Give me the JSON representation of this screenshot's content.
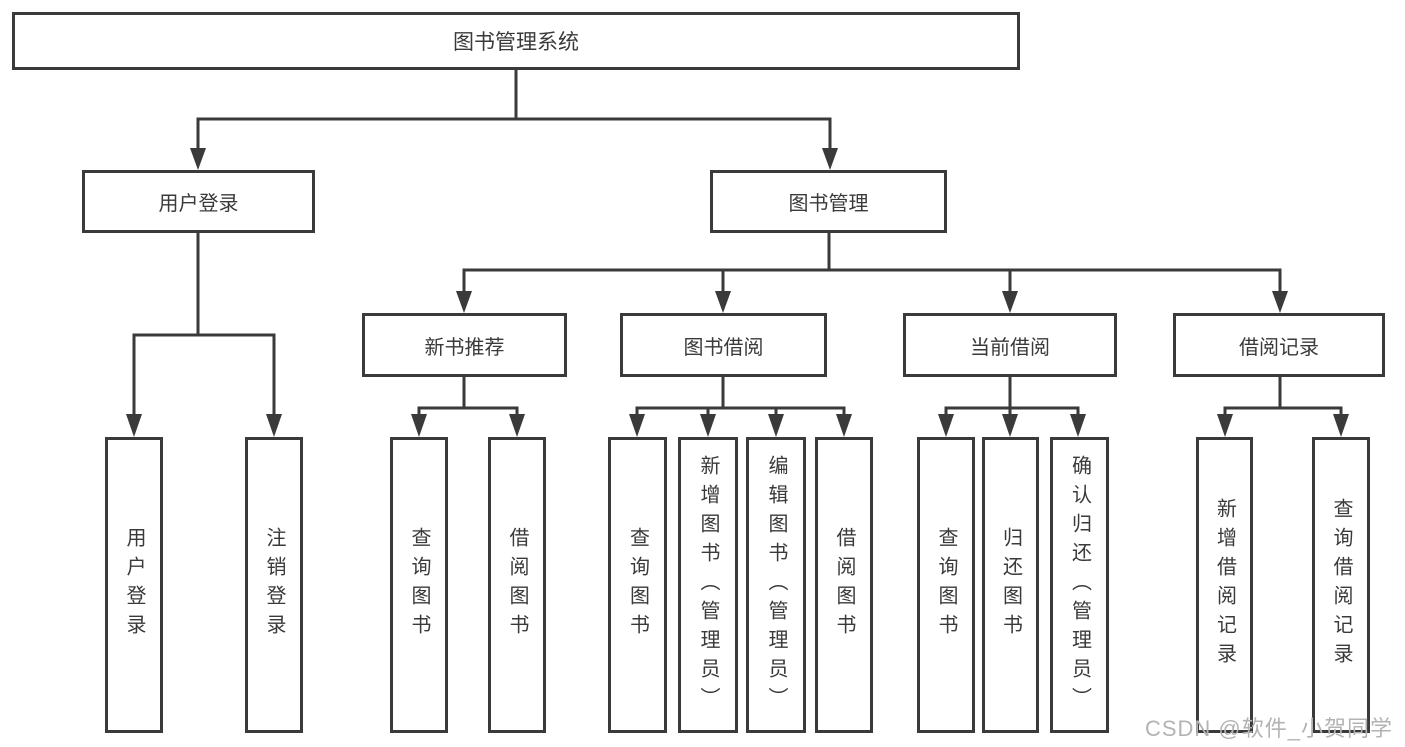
{
  "diagram": {
    "type": "hierarchy",
    "root": {
      "label": "图书管理系统",
      "children": [
        {
          "label": "用户登录",
          "children": [
            {
              "label": "用户登录"
            },
            {
              "label": "注销登录"
            }
          ]
        },
        {
          "label": "图书管理",
          "children": [
            {
              "label": "新书推荐",
              "children": [
                {
                  "label": "查询图书"
                },
                {
                  "label": "借阅图书"
                }
              ]
            },
            {
              "label": "图书借阅",
              "children": [
                {
                  "label": "查询图书"
                },
                {
                  "label": "新增图书（管理员）"
                },
                {
                  "label": "编辑图书（管理员）"
                },
                {
                  "label": "借阅图书"
                }
              ]
            },
            {
              "label": "当前借阅",
              "children": [
                {
                  "label": "查询图书"
                },
                {
                  "label": "归还图书"
                },
                {
                  "label": "确认归还（管理员）"
                }
              ]
            },
            {
              "label": "借阅记录",
              "children": [
                {
                  "label": "新增借阅记录"
                },
                {
                  "label": "查询借阅记录"
                }
              ]
            }
          ]
        }
      ]
    },
    "line_color": "#3a3a3a"
  },
  "watermark": "CSDN @软件_小贺同学"
}
